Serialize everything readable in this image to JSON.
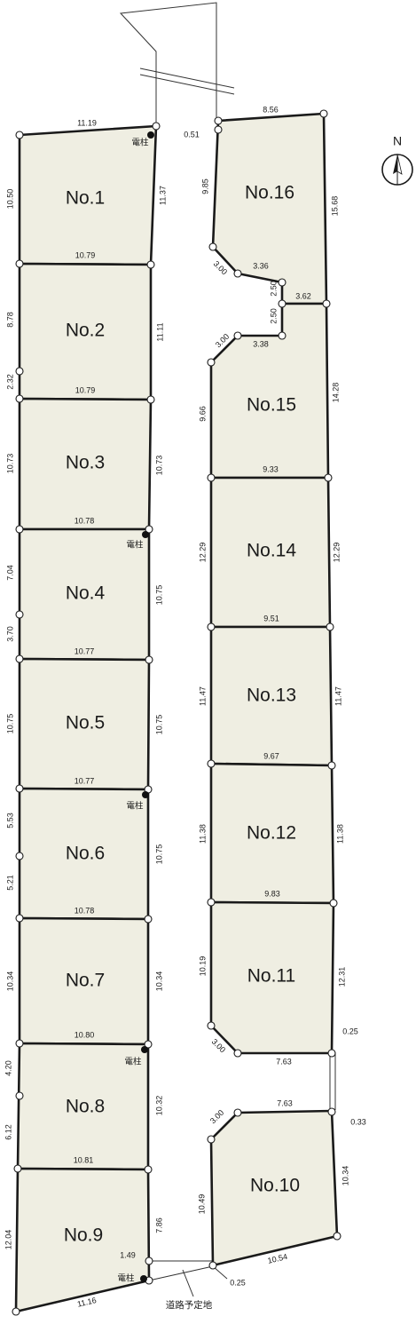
{
  "lots": [
    {
      "id": "lot-1",
      "label": "No.1"
    },
    {
      "id": "lot-2",
      "label": "No.2"
    },
    {
      "id": "lot-3",
      "label": "No.3"
    },
    {
      "id": "lot-4",
      "label": "No.4"
    },
    {
      "id": "lot-5",
      "label": "No.5"
    },
    {
      "id": "lot-6",
      "label": "No.6"
    },
    {
      "id": "lot-7",
      "label": "No.7"
    },
    {
      "id": "lot-8",
      "label": "No.8"
    },
    {
      "id": "lot-9",
      "label": "No.9"
    },
    {
      "id": "lot-10",
      "label": "No.10"
    },
    {
      "id": "lot-11",
      "label": "No.11"
    },
    {
      "id": "lot-12",
      "label": "No.12"
    },
    {
      "id": "lot-13",
      "label": "No.13"
    },
    {
      "id": "lot-14",
      "label": "No.14"
    },
    {
      "id": "lot-15",
      "label": "No.15"
    },
    {
      "id": "lot-16",
      "label": "No.16"
    }
  ],
  "dimensions": [
    "11.19",
    "10.50",
    "11.37",
    "10.79",
    "8.78",
    "11.11",
    "2.32",
    "10.79",
    "10.73",
    "10.73",
    "10.78",
    "7.04",
    "10.75",
    "3.70",
    "10.77",
    "10.75",
    "10.75",
    "10.77",
    "5.53",
    "10.75",
    "5.21",
    "10.78",
    "10.34",
    "10.34",
    "10.80",
    "4.20",
    "10.32",
    "6.12",
    "10.81",
    "12.04",
    "7.86",
    "1.49",
    "11.16",
    "8.56",
    "0.51",
    "9.85",
    "15.68",
    "3.00",
    "3.36",
    "2.50",
    "3.62",
    "2.50",
    "3.00",
    "3.38",
    "9.66",
    "14.28",
    "9.33",
    "12.29",
    "12.29",
    "9.51",
    "11.47",
    "11.47",
    "9.67",
    "11.38",
    "11.38",
    "9.83",
    "10.19",
    "12.31",
    "3.00",
    "7.63",
    "0.25",
    "3.00",
    "7.63",
    "0.33",
    "10.49",
    "10.34",
    "10.54",
    "0.25"
  ],
  "notes": {
    "pole": "電柱",
    "planned_road": "道路予定地",
    "north": "N"
  }
}
